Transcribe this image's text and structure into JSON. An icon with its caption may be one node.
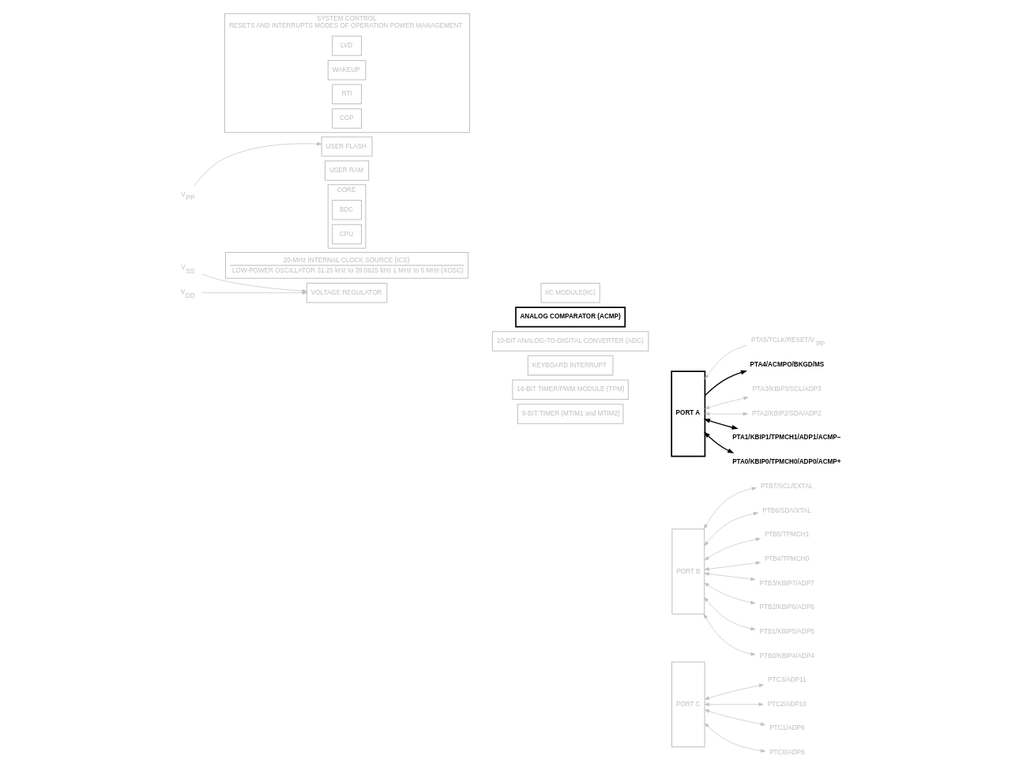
{
  "diagram": {
    "nodes": [
      {
        "text": [
          "CORE"
        ]
      },
      {
        "text": [
          "CPU"
        ],
        "in": 0
      },
      {
        "text": [
          "BDC"
        ],
        "in": 0
      },
      {
        "text": [
          "SYSTEM CONTROL",
          "RESETS AND INTERRUPTS MODES OF OPERATION POWER MANAGEMENT"
        ]
      },
      {
        "text": [
          "COP"
        ],
        "in": 3
      },
      {
        "text": [
          "RTI"
        ],
        "in": 3
      },
      {
        "text": [
          "WAKEUP"
        ],
        "in": 3
      },
      {
        "text": [
          "LVD"
        ],
        "in": 3
      },
      {
        "text": [
          "USER FLASH"
        ]
      },
      {
        "text": [
          "USER RAM"
        ]
      },
      {
        "text": [
          "20-MHz INTERNAL CLOCK SOURCE (ICS)",
          "LOW-POWER OSCILLATOR 31.25 kHz to 39.0625 kHz 1 MHz to 5 MHz (XOSC)"
        ]
      },
      {
        "text": [
          "VOLTAGE REGULATOR"
        ]
      },
      {
        "text": [
          "IIC MODULE(IIC)"
        ]
      },
      {
        "text": [
          "ANALOG COMPARATOR (ACMP)"
        ]
      },
      {
        "text": [
          "10-BIT ANALOG-TO-DIGITAL CONVERTER (ADC)"
        ]
      },
      {
        "text": [
          "KEYBOARD INTERRUPT"
        ]
      },
      {
        "text": [
          "16-BIT TIMER/PWM MODULE (TPM)"
        ]
      },
      {
        "text": [
          "8-BIT TIMER (MTIM1 and MTIM2)"
        ]
      },
      {
        "text": [
          "PORT A"
        ]
      },
      {
        "text": [
          "PORT B"
        ]
      },
      {
        "text": [
          "PORT C"
        ]
      },
      {
        "text": [
          "PTA5/TCLK/RESET/V$_{PP}$"
        ]
      },
      {
        "text": [
          "PTA4/ACMPO/BKGD/MS"
        ]
      },
      {
        "text": [
          "PTA3/KBIP3/SCL/ADP3"
        ]
      },
      {
        "text": [
          "PTA2/KBIP2/SDA/ADP2"
        ]
      },
      {
        "text": [
          "PTA1/KBIP1/TPMCH1/ADP1/ACMP–"
        ]
      },
      {
        "text": [
          "PTA0/KBIP0/TPMCH0/ADP0/ACMP+"
        ]
      },
      {
        "text": [
          "PTB7/SCL/EXTAL"
        ]
      },
      {
        "text": [
          "PTB6/SDA/XTAL"
        ]
      },
      {
        "text": [
          "PTB5/TPMCH1"
        ]
      },
      {
        "text": [
          "PTB4/TPMCH0"
        ]
      },
      {
        "text": [
          "PTB3/KBIP7/ADP7"
        ]
      },
      {
        "text": [
          "PTB2/KBIP6/ADP6"
        ]
      },
      {
        "text": [
          "PTB1/KBIP5/ADP5"
        ]
      },
      {
        "text": [
          "PTB0/KBIP4/ADP4"
        ]
      },
      {
        "text": [
          "PTC3/ADP11"
        ]
      },
      {
        "text": [
          "PTC2/ADP10"
        ]
      },
      {
        "text": [
          "PTC1/ADP9"
        ]
      },
      {
        "text": [
          "PTC0/ADP8"
        ]
      },
      {
        "text": [
          "V$_{PP}$"
        ]
      },
      {
        "text": [
          "V$_{SS}$"
        ]
      },
      {
        "text": [
          "V$_{DD}$"
        ]
      }
    ],
    "edges": [
      {
        "from": 21,
        "to": 18,
        "arrow": "to"
      },
      {
        "from": 18,
        "to": 22,
        "arrow": "to",
        "color": "#000000"
      },
      {
        "from": 18,
        "to": 23,
        "arrow": "both"
      },
      {
        "from": 18,
        "to": 24,
        "arrow": "both"
      },
      {
        "from": 18,
        "to": 25,
        "arrow": "both",
        "color": "#000000"
      },
      {
        "from": 18,
        "to": 26,
        "arrow": "both",
        "color": "#000000"
      },
      {
        "from": 19,
        "to": 27,
        "arrow": "both"
      },
      {
        "from": 19,
        "to": 28,
        "arrow": "both"
      },
      {
        "from": 19,
        "to": 29,
        "arrow": "both"
      },
      {
        "from": 19,
        "to": 30,
        "arrow": "both"
      },
      {
        "from": 19,
        "to": 31,
        "arrow": "both"
      },
      {
        "from": 19,
        "to": 32,
        "arrow": "both"
      },
      {
        "from": 19,
        "to": 33,
        "arrow": "both"
      },
      {
        "from": 19,
        "to": 34,
        "arrow": "both"
      },
      {
        "from": 20,
        "to": 35,
        "arrow": "both"
      },
      {
        "from": 20,
        "to": 36,
        "arrow": "both"
      },
      {
        "from": 20,
        "to": 37,
        "arrow": "both"
      },
      {
        "from": 20,
        "to": 38,
        "arrow": "both"
      },
      {
        "from": 39,
        "to": 8,
        "arrow": "to"
      },
      {
        "from": 40,
        "to": 11,
        "arrow": "to"
      },
      {
        "from": 41,
        "to": 11,
        "arrow": "to"
      }
    ]
  }
}
